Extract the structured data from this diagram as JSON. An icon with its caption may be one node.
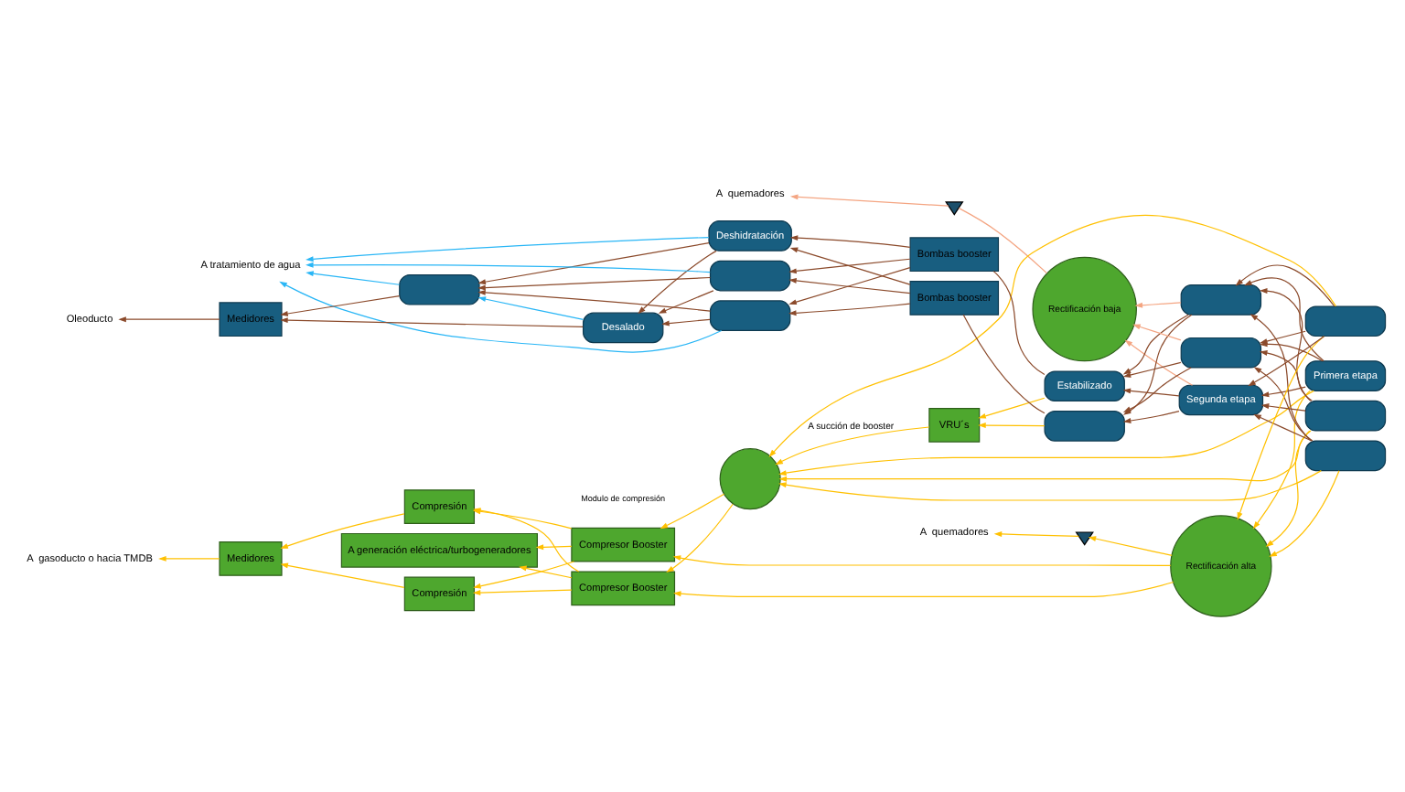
{
  "diagram": {
    "nodes": [
      {
        "text": [
          "A generación eléctrica/turbogeneradores"
        ]
      },
      {
        "text": [
          "Compresión"
        ]
      },
      {
        "text": [
          "Compresión"
        ]
      },
      {
        "text": [
          "Medidores"
        ]
      },
      {
        "text": [
          "Compresor Booster"
        ]
      },
      {
        "text": [
          "Compresor Booster"
        ]
      },
      {
        "text": [
          "Rectificación alta"
        ]
      },
      {
        "text": [],
        "shape": "circle"
      },
      {
        "text": [],
        "shape": "valve"
      },
      {
        "text": [
          "A  quemadores"
        ]
      },
      {
        "text": [
          "A  gasoducto o hacia TMDB"
        ]
      },
      {
        "text": [
          "Rectificación baja"
        ]
      },
      {
        "text": [],
        "shape": "valve"
      },
      {
        "text": [
          "A  quemadores"
        ]
      },
      {
        "text": [
          "VRU´s"
        ]
      },
      {
        "text": [
          "Primera etapa"
        ]
      },
      {
        "text": [],
        "shape": "cylinder"
      },
      {
        "text": [],
        "shape": "cylinder"
      },
      {
        "text": [],
        "shape": "cylinder"
      },
      {
        "text": [
          "Segunda etapa"
        ]
      },
      {
        "text": [],
        "shape": "cylinder"
      },
      {
        "text": [],
        "shape": "cylinder"
      },
      {
        "text": [
          "Estabilizado"
        ]
      },
      {
        "text": [],
        "shape": "cylinder"
      },
      {
        "text": [
          "Bombas booster"
        ]
      },
      {
        "text": [
          "Bombas booster"
        ]
      },
      {
        "text": [
          "Deshidratación"
        ]
      },
      {
        "text": [],
        "shape": "cylinder"
      },
      {
        "text": [],
        "shape": "cylinder"
      },
      {
        "text": [
          "Desalado"
        ]
      },
      {
        "text": [],
        "shape": "cylinder"
      },
      {
        "text": [
          "Medidores"
        ]
      },
      {
        "text": [
          "Oleoducto"
        ]
      },
      {
        "text": [
          "A tratamiento de agua"
        ]
      }
    ],
    "edges": [
      {
        "from": 15,
        "to": 19,
        "arrow": "to"
      },
      {
        "from": 15,
        "to": 20,
        "arrow": "to"
      },
      {
        "from": 15,
        "to": 21,
        "arrow": "to"
      },
      {
        "from": 16,
        "to": 19,
        "arrow": "to"
      },
      {
        "from": 16,
        "to": 20,
        "arrow": "to"
      },
      {
        "from": 16,
        "to": 21,
        "arrow": "to"
      },
      {
        "from": 17,
        "to": 19,
        "arrow": "to"
      },
      {
        "from": 17,
        "to": 20,
        "arrow": "to"
      },
      {
        "from": 17,
        "to": 21,
        "arrow": "to"
      },
      {
        "from": 18,
        "to": 19,
        "arrow": "to"
      },
      {
        "from": 18,
        "to": 20,
        "arrow": "to"
      },
      {
        "from": 18,
        "to": 21,
        "arrow": "to"
      },
      {
        "from": 19,
        "to": 22,
        "arrow": "to"
      },
      {
        "from": 19,
        "to": 23,
        "arrow": "to"
      },
      {
        "from": 20,
        "to": 22,
        "arrow": "to"
      },
      {
        "from": 20,
        "to": 23,
        "arrow": "to"
      },
      {
        "from": 21,
        "to": 22,
        "arrow": "to"
      },
      {
        "from": 21,
        "to": 23,
        "arrow": "to"
      },
      {
        "from": 22,
        "to": 24,
        "arrow": "none"
      },
      {
        "from": 23,
        "to": 25,
        "arrow": "none"
      },
      {
        "from": 24,
        "to": 26,
        "arrow": "to"
      },
      {
        "from": 24,
        "to": 27,
        "arrow": "to"
      },
      {
        "from": 24,
        "to": 28,
        "arrow": "to"
      },
      {
        "from": 25,
        "to": 26,
        "arrow": "to"
      },
      {
        "from": 25,
        "to": 27,
        "arrow": "to"
      },
      {
        "from": 25,
        "to": 28,
        "arrow": "to"
      },
      {
        "from": 26,
        "to": 29,
        "arrow": "to"
      },
      {
        "from": 26,
        "to": 30,
        "arrow": "to"
      },
      {
        "from": 27,
        "to": 29,
        "arrow": "to"
      },
      {
        "from": 27,
        "to": 30,
        "arrow": "to"
      },
      {
        "from": 28,
        "to": 29,
        "arrow": "to"
      },
      {
        "from": 28,
        "to": 30,
        "arrow": "to"
      },
      {
        "from": 29,
        "to": 31,
        "arrow": "to"
      },
      {
        "from": 30,
        "to": 31,
        "arrow": "to"
      },
      {
        "from": 31,
        "to": 32,
        "arrow": "to"
      },
      {
        "from": 26,
        "to": 33,
        "arrow": "to",
        "color": "#29b6f6"
      },
      {
        "from": 27,
        "to": 33,
        "arrow": "to",
        "color": "#29b6f6"
      },
      {
        "from": 28,
        "to": 33,
        "arrow": "to",
        "color": "#29b6f6"
      },
      {
        "from": 29,
        "to": 30,
        "arrow": "to",
        "color": "#29b6f6"
      },
      {
        "from": 30,
        "to": 33,
        "arrow": "to",
        "color": "#29b6f6"
      },
      {
        "from": 15,
        "to": 6,
        "arrow": "to",
        "color": "#ffc000"
      },
      {
        "from": 15,
        "to": 7,
        "arrow": "to",
        "color": "#ffc000"
      },
      {
        "from": 16,
        "to": 6,
        "arrow": "to",
        "color": "#ffc000"
      },
      {
        "from": 16,
        "to": 7,
        "arrow": "to",
        "color": "#ffc000"
      },
      {
        "from": 17,
        "to": 6,
        "arrow": "to",
        "color": "#ffc000"
      },
      {
        "from": 17,
        "to": 7,
        "arrow": "to",
        "color": "#ffc000"
      },
      {
        "from": 18,
        "to": 6,
        "arrow": "to",
        "color": "#ffc000"
      },
      {
        "from": 18,
        "to": 7,
        "arrow": "to",
        "color": "#ffc000"
      },
      {
        "from": 6,
        "to": 4,
        "arrow": "to",
        "color": "#ffc000"
      },
      {
        "from": 6,
        "to": 5,
        "arrow": "to",
        "color": "#ffc000"
      },
      {
        "from": 7,
        "to": 4,
        "arrow": "to",
        "color": "#ffc000"
      },
      {
        "from": 7,
        "to": 5,
        "arrow": "to",
        "color": "#ffc000"
      },
      {
        "from": 6,
        "to": 8,
        "arrow": "to",
        "color": "#ffc000"
      },
      {
        "from": 8,
        "to": 9,
        "arrow": "to",
        "color": "#ffc000"
      },
      {
        "from": 4,
        "to": 1,
        "arrow": "to",
        "color": "#ffc000"
      },
      {
        "from": 4,
        "to": 2,
        "arrow": "to",
        "color": "#ffc000"
      },
      {
        "from": 5,
        "to": 1,
        "arrow": "to",
        "color": "#ffc000"
      },
      {
        "from": 5,
        "to": 2,
        "arrow": "to",
        "color": "#ffc000"
      },
      {
        "from": 4,
        "to": 0,
        "arrow": "to",
        "color": "#ffc000"
      },
      {
        "from": 5,
        "to": 0,
        "arrow": "to",
        "color": "#ffc000"
      },
      {
        "from": 1,
        "to": 3,
        "arrow": "to",
        "color": "#ffc000"
      },
      {
        "from": 2,
        "to": 3,
        "arrow": "to",
        "color": "#ffc000"
      },
      {
        "from": 3,
        "to": 10,
        "arrow": "to",
        "color": "#ffc000"
      },
      {
        "from": 19,
        "to": 11,
        "arrow": "to",
        "color": "#f4a582"
      },
      {
        "from": 20,
        "to": 11,
        "arrow": "to",
        "color": "#f4a582"
      },
      {
        "from": 21,
        "to": 11,
        "arrow": "to",
        "color": "#f4a582"
      },
      {
        "from": 11,
        "to": 12,
        "arrow": "none",
        "color": "#f4a582"
      },
      {
        "from": 12,
        "to": 13,
        "arrow": "to",
        "color": "#f4a582"
      },
      {
        "from": 22,
        "to": 14,
        "arrow": "to",
        "color": "#ffc000"
      },
      {
        "from": 23,
        "to": 14,
        "arrow": "to",
        "color": "#ffc000"
      },
      {
        "from": 14,
        "to": 7,
        "label": "A succión de booster",
        "arrow": "to",
        "color": "#ffc000"
      }
    ],
    "labels": [
      "Modulo de compresión"
    ]
  }
}
